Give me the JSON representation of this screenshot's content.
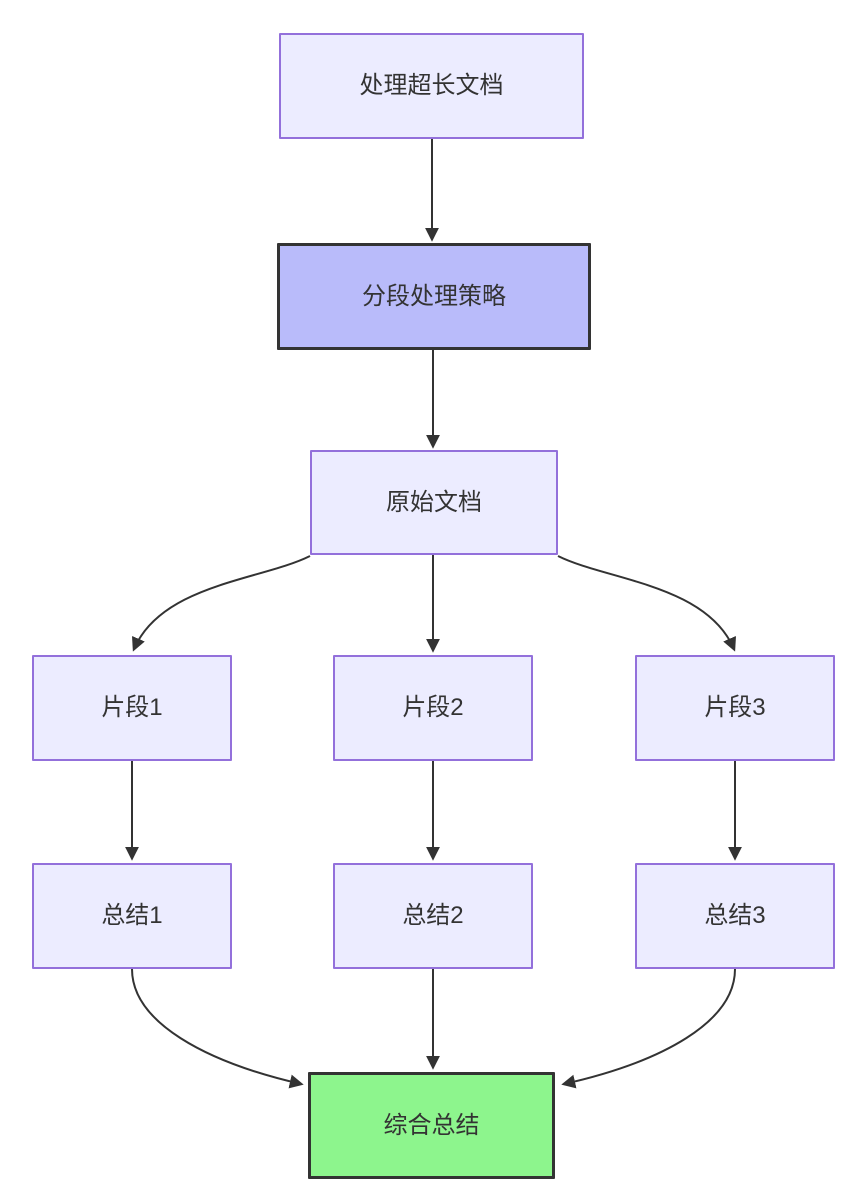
{
  "diagram": {
    "type": "flowchart",
    "direction": "top-down",
    "nodes": [
      {
        "id": "A",
        "label": "处理超长文档",
        "style": "light"
      },
      {
        "id": "B",
        "label": "分段处理策略",
        "style": "accent"
      },
      {
        "id": "C",
        "label": "原始文档",
        "style": "light"
      },
      {
        "id": "D1",
        "label": "片段1",
        "style": "light"
      },
      {
        "id": "D2",
        "label": "片段2",
        "style": "light"
      },
      {
        "id": "D3",
        "label": "片段3",
        "style": "light"
      },
      {
        "id": "E1",
        "label": "总结1",
        "style": "light"
      },
      {
        "id": "E2",
        "label": "总结2",
        "style": "light"
      },
      {
        "id": "E3",
        "label": "总结3",
        "style": "light"
      },
      {
        "id": "F",
        "label": "综合总结",
        "style": "success"
      }
    ],
    "edges": [
      {
        "from": "A",
        "to": "B"
      },
      {
        "from": "B",
        "to": "C"
      },
      {
        "from": "C",
        "to": "D1"
      },
      {
        "from": "C",
        "to": "D2"
      },
      {
        "from": "C",
        "to": "D3"
      },
      {
        "from": "D1",
        "to": "E1"
      },
      {
        "from": "D2",
        "to": "E2"
      },
      {
        "from": "D3",
        "to": "E3"
      },
      {
        "from": "E1",
        "to": "F"
      },
      {
        "from": "E2",
        "to": "F"
      },
      {
        "from": "E3",
        "to": "F"
      }
    ],
    "colors": {
      "node_fill": "#ECECFF",
      "node_border": "#9370DB",
      "accent_fill": "#b9bbfa",
      "accent_border": "#333333",
      "success_fill": "#8df58d",
      "success_border": "#333333",
      "edge": "#333333",
      "text": "#333333",
      "background": "#ffffff"
    }
  }
}
